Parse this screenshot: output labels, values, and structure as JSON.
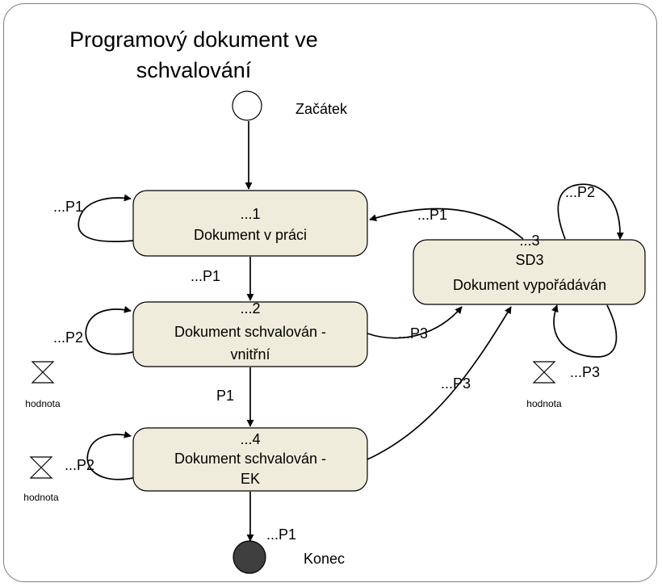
{
  "diagram": {
    "title_line1": "Programový dokument ve",
    "title_line2": "schvalování",
    "start_label": "Začátek",
    "end_label": "Konec",
    "states": [
      {
        "id": "s1",
        "number": "...1",
        "name": "Dokument v práci"
      },
      {
        "id": "s2",
        "number": "...2",
        "name_line1": "Dokument schvalován -",
        "name_line2": "vnitřní"
      },
      {
        "id": "s4",
        "number": "...4",
        "name_line1": "Dokument schvalován -",
        "name_line2": "EK"
      },
      {
        "id": "s3",
        "number": "...3",
        "name_line1": "SD3",
        "name_line2": "Dokument vypořádáván"
      }
    ],
    "transitions": {
      "s1_self": "...P1",
      "s1_to_s2": "...P1",
      "s2_self": "...P2",
      "s2_to_s3": "...P3",
      "s2_to_s4": "P1",
      "s4_self": "...P2",
      "s4_to_s3": "...P3",
      "s4_to_end": "...P1",
      "s3_to_s1": "...P1",
      "s3_self_top": "...P2",
      "s3_self_bottom": "...P3"
    },
    "timers": [
      {
        "id": "timer-s2",
        "label": "hodnota"
      },
      {
        "id": "timer-s4",
        "label": "hodnota"
      },
      {
        "id": "timer-s3",
        "label": "hodnota"
      }
    ],
    "colors": {
      "state_fill": "#f0ecdc",
      "end_fill": "#3f3f3f",
      "frame": "#7f7f7f"
    }
  }
}
